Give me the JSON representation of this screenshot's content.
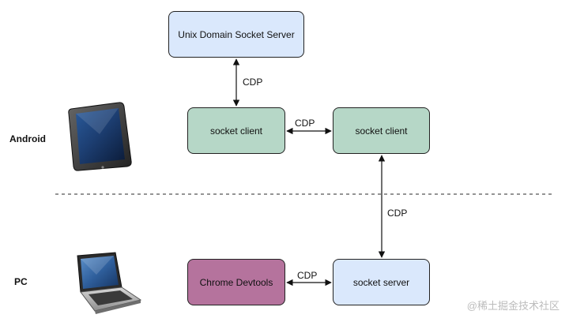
{
  "colors": {
    "unix_server_fill": "#dae8fc",
    "socket_client_fill": "#b6d7c7",
    "devtools_fill": "#b5739d",
    "socket_server_fill": "#dae8fc",
    "stroke": "#222222",
    "divider": "#555555"
  },
  "labels": {
    "android": "Android",
    "pc": "PC"
  },
  "nodes": {
    "unix_server": "Unix Domain Socket Server",
    "socket_client_left": "socket client",
    "socket_client_right": "socket client",
    "chrome_devtools": "Chrome Devtools",
    "socket_server": "socket server"
  },
  "edges": [
    {
      "from": "unix_server",
      "to": "socket_client_left",
      "label": "CDP"
    },
    {
      "from": "socket_client_left",
      "to": "socket_client_right",
      "label": "CDP"
    },
    {
      "from": "socket_client_right",
      "to": "socket_server",
      "label": "CDP"
    },
    {
      "from": "chrome_devtools",
      "to": "socket_server",
      "label": "CDP"
    }
  ],
  "icons": {
    "android": "tablet-icon",
    "pc": "laptop-icon"
  },
  "watermark": "@稀土掘金技术社区"
}
